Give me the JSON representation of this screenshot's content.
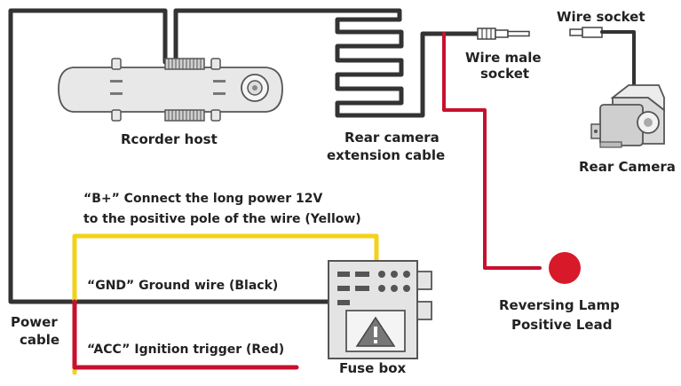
{
  "labels": {
    "wire_socket": "Wire socket",
    "wire_male_socket_line1": "Wire male",
    "wire_male_socket_line2": "socket",
    "recorder_host": "Rcorder host",
    "rear_camera_ext_line1": "Rear camera",
    "rear_camera_ext_line2": "extension cable",
    "rear_camera": "Rear Camera",
    "bplus_line1": "“B+” Connect the long power 12V",
    "bplus_line2": "to the positive pole of the wire (Yellow)",
    "gnd": "“GND” Ground wire (Black)",
    "acc": "“ACC” Ignition trigger (Red)",
    "power_cable_line1": "Power",
    "power_cable_line2": "cable",
    "fuse_box": "Fuse box",
    "reversing_lamp_line1": "Reversing Lamp",
    "reversing_lamp_line2": "Positive Lead"
  },
  "icons": {
    "recorder": "mirror-dashcam-icon",
    "camera": "rear-camera-icon",
    "fuse": "fuse-box-icon",
    "warning": "warning-triangle-icon",
    "lamp": "red-dot-icon"
  },
  "colors": {
    "black_wire": "#333333",
    "red_wire": "#c8102e",
    "yellow_wire": "#f2d21a",
    "lamp": "#d8192a",
    "device_gray": "#e4e4e4",
    "device_stroke": "#555555"
  }
}
